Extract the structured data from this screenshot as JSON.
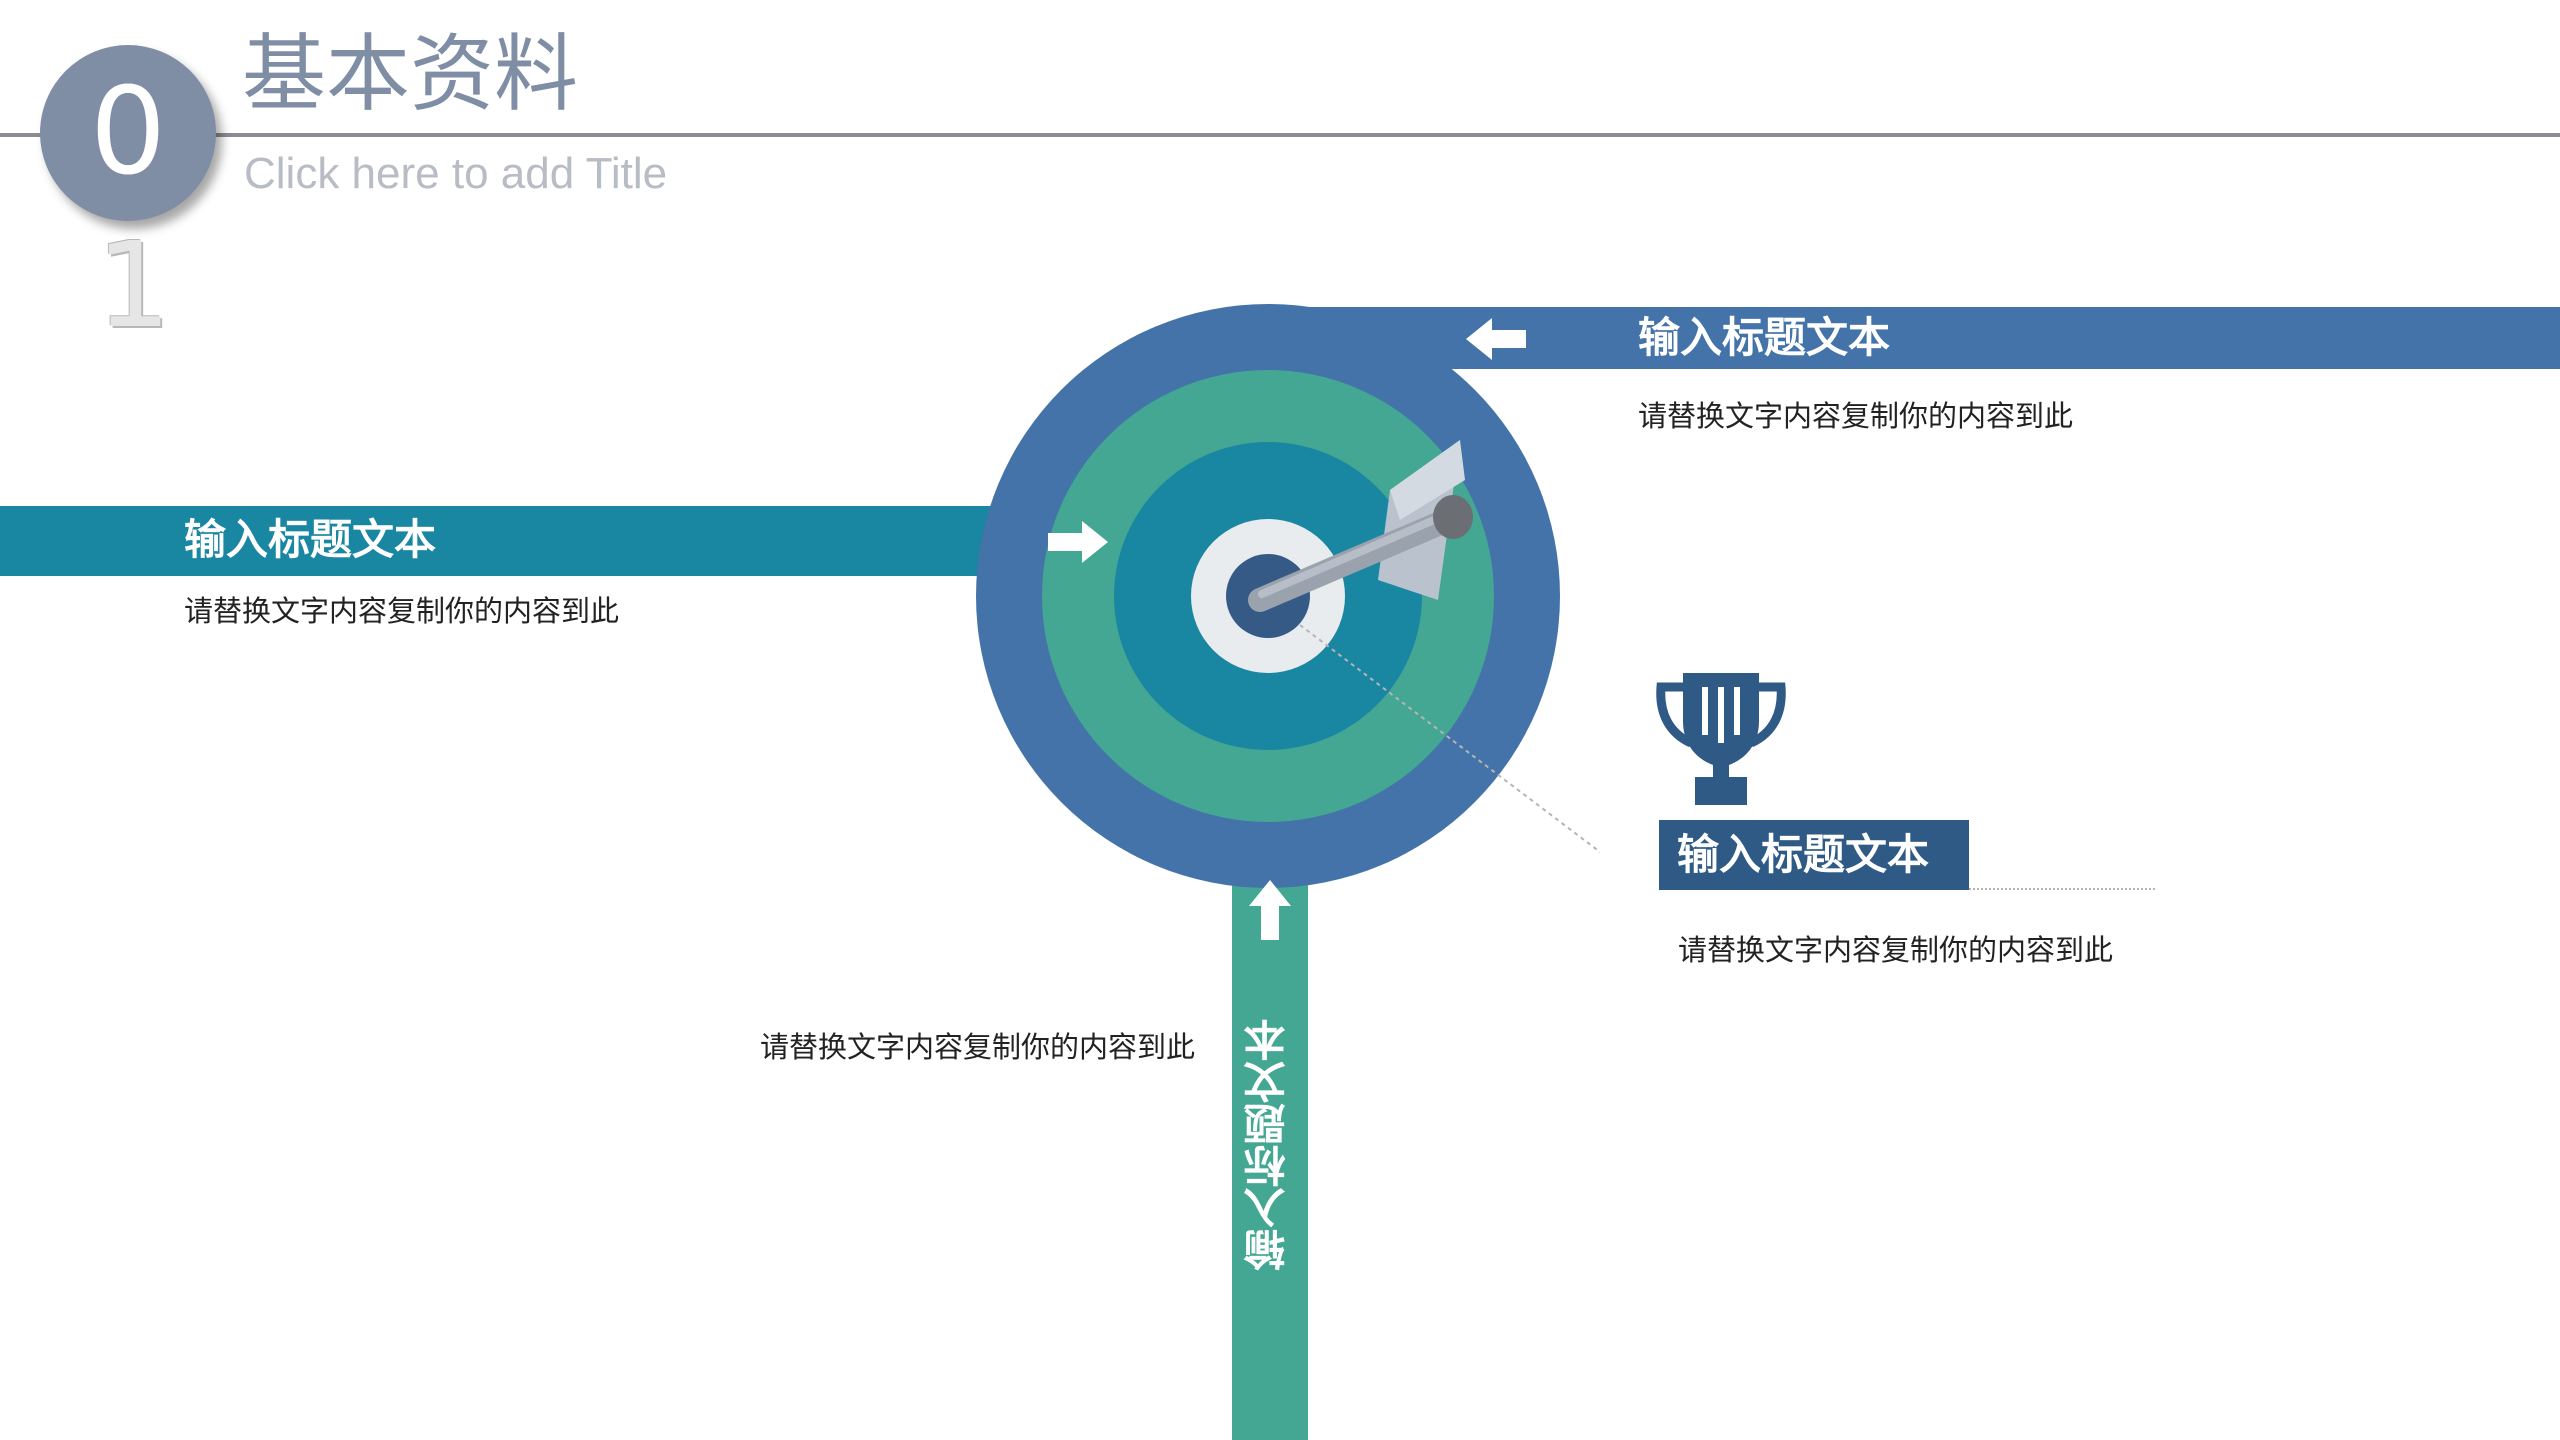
{
  "header": {
    "title": "基本资料",
    "subtitle": "Click here to add Title",
    "number_main": "0",
    "number_second": "1"
  },
  "callouts": {
    "top_right": {
      "title": "输入标题文本",
      "text": "请替换文字内容复制你的内容到此"
    },
    "left": {
      "title": "输入标题文本",
      "text": "请替换文字内容复制你的内容到此"
    },
    "right_box": {
      "title": "输入标题文本",
      "text": "请替换文字内容复制你的内容到此"
    },
    "bottom": {
      "title": "输入标题文本",
      "text": "请替换文字内容复制你的内容到此"
    }
  },
  "icons": [
    "arrow-left-icon",
    "arrow-right-icon",
    "arrow-up-icon",
    "trophy-icon",
    "target-icon",
    "dart-icon"
  ],
  "colors": {
    "blue": "#4373a8",
    "teal": "#1a87a2",
    "green": "#44a793",
    "navy": "#2f5a86",
    "badge_gray": "#7f8ea5"
  }
}
